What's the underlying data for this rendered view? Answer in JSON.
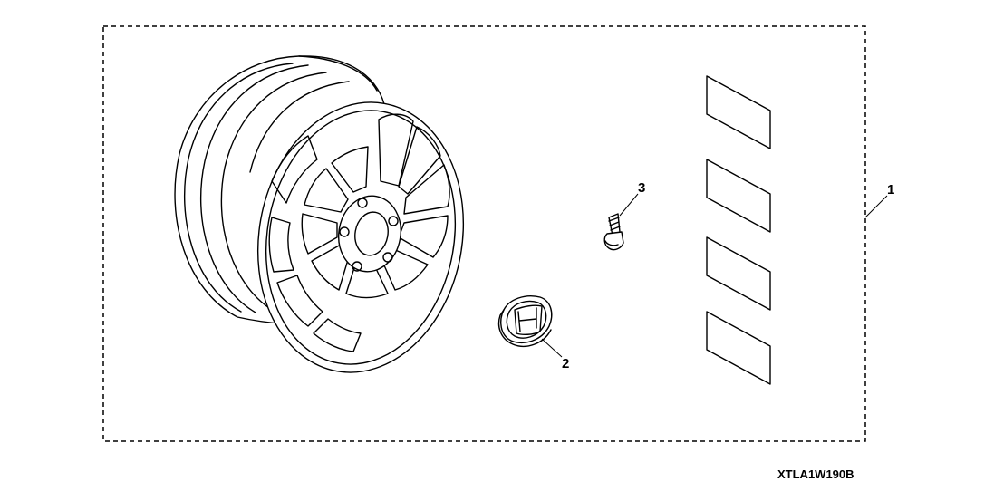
{
  "callouts": {
    "kit": "1",
    "center_cap": "2",
    "valve_stem": "3"
  },
  "document_code": "XTLA1W190B",
  "colors": {
    "line": "#000000",
    "background": "#ffffff"
  }
}
